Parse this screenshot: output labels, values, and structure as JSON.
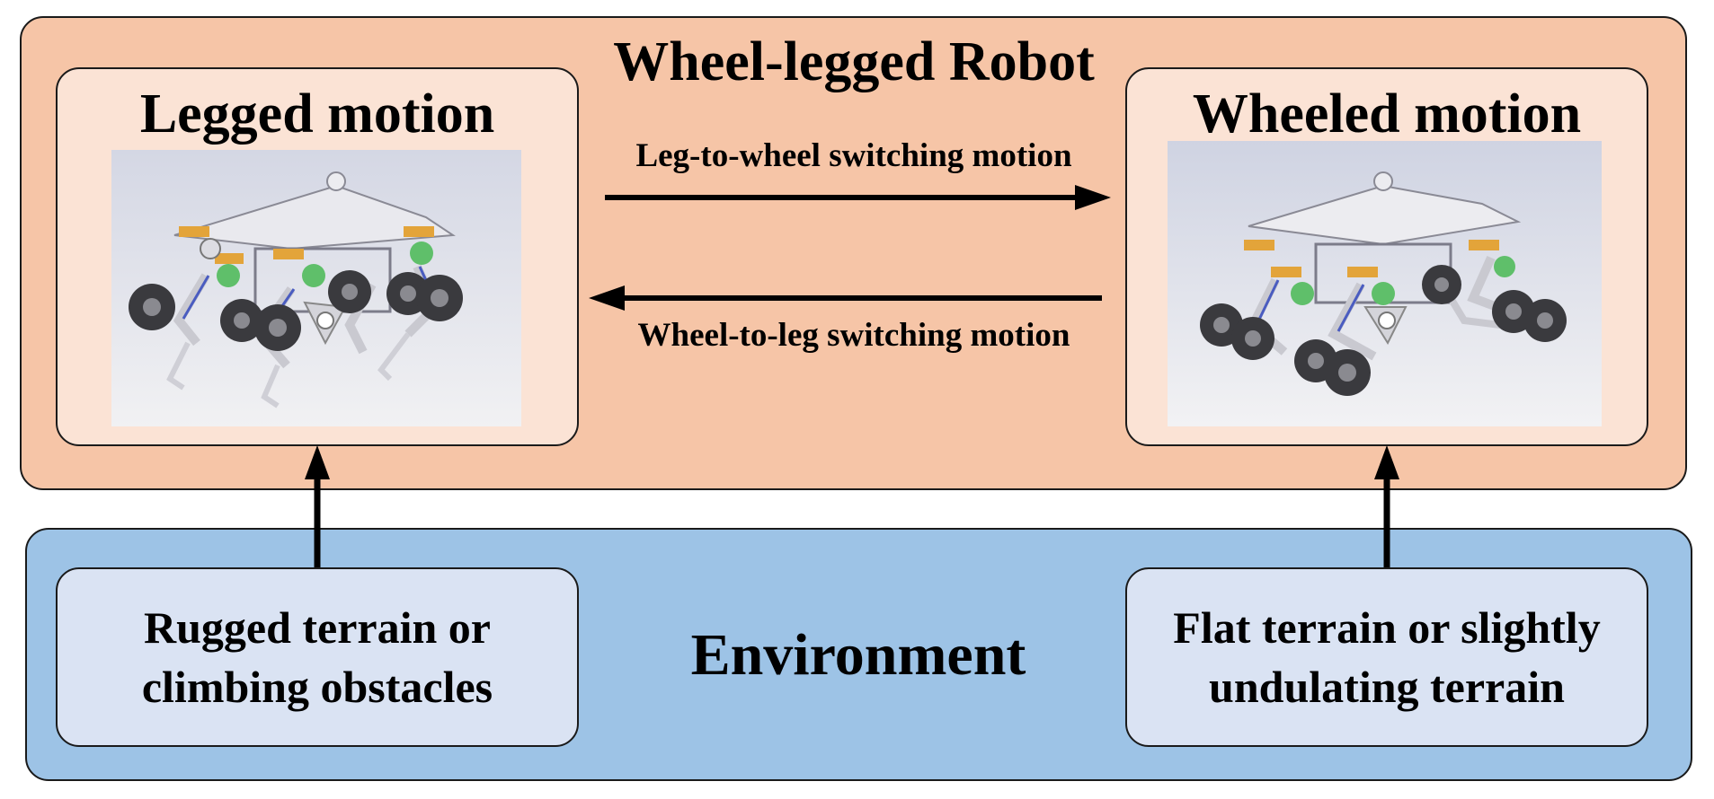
{
  "diagram": {
    "robot_title": "Wheel-legged Robot",
    "legged_title": "Legged motion",
    "wheeled_title": "Wheeled motion",
    "leg_to_wheel": "Leg-to-wheel switching motion",
    "wheel_to_leg": "Wheel-to-leg switching motion",
    "environment": "Environment",
    "rugged_terrain": "Rugged terrain or climbing obstacles",
    "flat_terrain": "Flat terrain or slightly undulating terrain"
  },
  "colors": {
    "robot_panel": "#f6c5a7",
    "mode_box": "#fbe3d5",
    "environment_panel": "#9dc3e6",
    "terrain_box": "#dae3f3"
  }
}
